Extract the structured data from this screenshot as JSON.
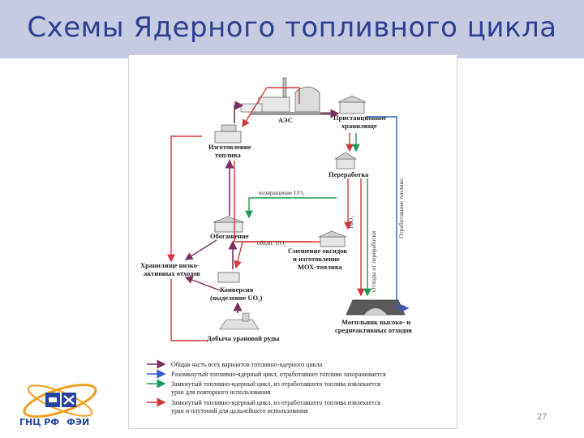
{
  "slide": {
    "title": "Схемы Ядерного топливного цикла",
    "page_number": "27"
  },
  "logo": {
    "left_text": "ГНЦ РФ",
    "right_text": "ФЭИ"
  },
  "diagram": {
    "nodes": {
      "npp": "АЭС",
      "reactor_storage": [
        "Пристанционное",
        "хранилище"
      ],
      "fuel_fab": [
        "Изготовление",
        "топлива"
      ],
      "reprocessing": "Переработка",
      "enrichment": "Обогащение",
      "mox": [
        "Смешение оксидов",
        "и изготовление",
        "МОХ-топлива"
      ],
      "low_waste": [
        "Хранилище низко-",
        "активных отходов"
      ],
      "conversion": [
        "Конверсия",
        "(выделение UO₂)"
      ],
      "repository": [
        "Могильник высоко- и",
        "среднеактивных отходов"
      ],
      "mining": "Добыча урановой руды"
    },
    "flow_labels": {
      "return_uo2": "возвращение UO₂",
      "depleted_uo2": "обедн. UO₂",
      "puo2": "PuO₂",
      "reprocessing_waste": "Отходы от переработки",
      "spent_fuel": "Отработавшее топливо"
    },
    "legend": [
      {
        "color": "#7a3060",
        "text": [
          "Общая часть всех вариантов топливно-ядерного цикла"
        ]
      },
      {
        "color": "#3a5ac8",
        "text": [
          "Разомкнутый топливно-ядерный цикл, отработавшее топливо захоранивается"
        ]
      },
      {
        "color": "#1f9a56",
        "text": [
          "Замкнутый топливно-ядерный цикл, из отработавшего топлива извлекается",
          "уран для повторного использования"
        ]
      },
      {
        "color": "#d03a3a",
        "text": [
          "Замкнутый топливно-ядерный цикл, из отработавшего топлива извлекается",
          "уран и плутоний для дальнейшего использования"
        ]
      }
    ],
    "colors": {
      "common": "#7a3060",
      "open": "#3a5ac8",
      "uranium": "#1f9a56",
      "plutonium": "#d03a3a"
    }
  }
}
